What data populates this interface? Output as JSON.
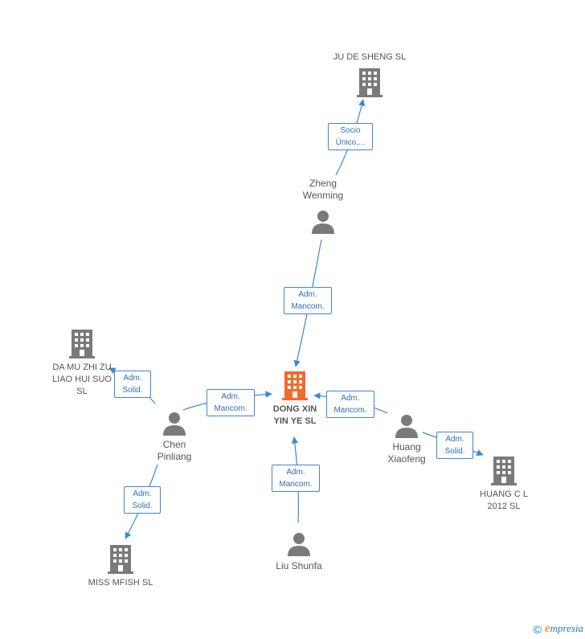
{
  "colors": {
    "focus": "#f26a2c",
    "node": "#7a7a7a",
    "edge": "#3d87d3",
    "edge_text": "#2f6fb5"
  },
  "nodes": {
    "dong_xin": {
      "label": "DONG XIN\nYIN YE SL",
      "type": "company",
      "icon": "building-icon"
    },
    "ju_de_sheng": {
      "label": "JU DE SHENG SL",
      "type": "company",
      "icon": "building-icon"
    },
    "zheng": {
      "label": "Zheng\nWenming",
      "type": "person",
      "icon": "person-icon"
    },
    "da_mu": {
      "label": "DA MU ZHI ZU\nLIAO HUI SUO\nSL",
      "type": "company",
      "icon": "building-icon"
    },
    "chen": {
      "label": "Chen\nPinliang",
      "type": "person",
      "icon": "person-icon"
    },
    "huang": {
      "label": "Huang\nXiaofeng",
      "type": "person",
      "icon": "person-icon"
    },
    "huang_cl": {
      "label": "HUANG C L\n2012 SL",
      "type": "company",
      "icon": "building-icon"
    },
    "miss_mfish": {
      "label": "MISS MFISH  SL",
      "type": "company",
      "icon": "building-icon"
    },
    "liu": {
      "label": "Liu Shunfa",
      "type": "person",
      "icon": "person-icon"
    }
  },
  "relations": {
    "zheng_ju": "Socio\nÚnico,...",
    "zheng_dong": "Adm.\nMancom.",
    "chen_dong": "Adm.\nMancom.",
    "huang_dong": "Adm.\nMancom.",
    "liu_dong": "Adm.\nMancom.",
    "chen_damu": "Adm.\nSolid.",
    "chen_miss": "Adm.\nSolid.",
    "huang_hcl": "Adm.\nSolid."
  },
  "footer": {
    "copyright": "©",
    "brand_initial": "e",
    "brand_rest": "mpresia"
  }
}
